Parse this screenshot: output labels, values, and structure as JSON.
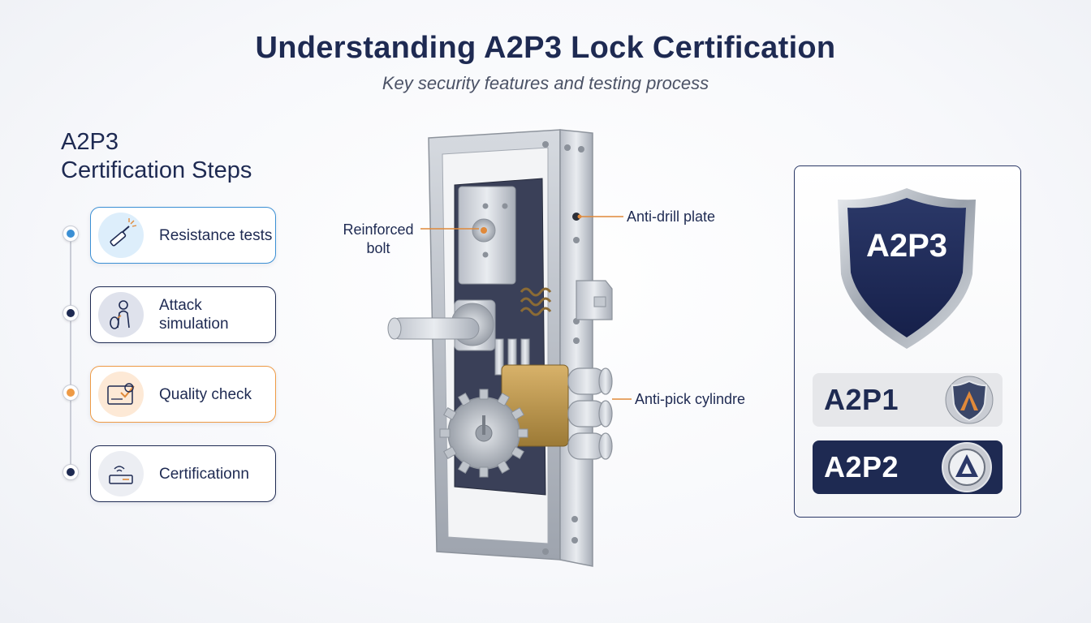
{
  "header": {
    "title": "Understanding A2P3 Lock Certification",
    "subtitle": "Key security features and testing process"
  },
  "steps": {
    "heading_line1": "A2P3",
    "heading_line2": "Certification Steps",
    "items": [
      {
        "label": "Resistance tests",
        "color": "#3b8fd4",
        "icon_bg": "#ddeefb",
        "icon": "drill-icon"
      },
      {
        "label": "Attack simulation",
        "color": "#1e2a52",
        "icon_bg": "#dfe2ec",
        "icon": "attacker-icon"
      },
      {
        "label": "Quality check",
        "color": "#ee9a45",
        "icon_bg": "#fde9d6",
        "icon": "checklist-icon"
      },
      {
        "label": "Certificationn",
        "color": "#1e2a52",
        "icon_bg": "#eceef3",
        "icon": "certificate-icon"
      }
    ]
  },
  "lock": {
    "callouts": {
      "bolt_line1": "Reinforced",
      "bolt_line2": "bolt",
      "plate": "Anti-drill plate",
      "cylinder": "Anti-pick cylindre"
    },
    "accent_color": "#e0893a"
  },
  "badges": {
    "main": "A2P3",
    "levels": [
      {
        "label": "A2P1",
        "style": "light"
      },
      {
        "label": "A2P2",
        "style": "dark"
      }
    ],
    "navy": "#1e2a52"
  }
}
